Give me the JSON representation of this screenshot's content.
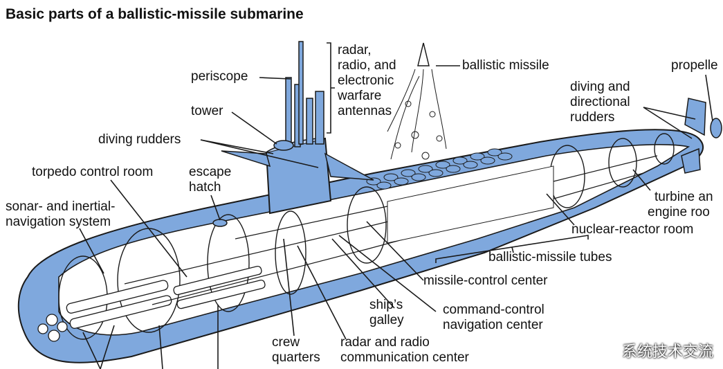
{
  "title": "Basic parts of a ballistic-missile submarine",
  "labels": {
    "periscope": "periscope",
    "tower": "tower",
    "diving_rudders": "diving rudders",
    "torpedo_control_room": "torpedo control room",
    "escape_hatch_1": "escape",
    "escape_hatch_2": "hatch",
    "sonar_1": "sonar- and inertial-",
    "sonar_2": "navigation system",
    "antennas_1": "radar,",
    "antennas_2": "radio, and",
    "antennas_3": "electronic",
    "antennas_4": "warfare",
    "antennas_5": "antennas",
    "ballistic_missile": "ballistic missile",
    "propeller": "propelle",
    "diving_dir_1": "diving and",
    "diving_dir_2": "directional",
    "diving_dir_3": "rudders",
    "turbine_1": "turbine an",
    "turbine_2": "engine roo",
    "reactor": "nuclear-reactor room",
    "missile_tubes": "ballistic-missile tubes",
    "missile_control": "missile-control center",
    "galley_1": "ship’s",
    "galley_2": "galley",
    "command_1": "command-control",
    "command_2": "navigation center",
    "crew_1": "crew",
    "crew_2": "quarters",
    "radar_comm_1": "radar and radio",
    "radar_comm_2": "communication center"
  },
  "watermark": "系统技术交流",
  "colors": {
    "hull_blue": "#7fa8dd",
    "hull_light": "#b9cff0",
    "interior": "#ffffff",
    "line": "#1a1a1a"
  }
}
